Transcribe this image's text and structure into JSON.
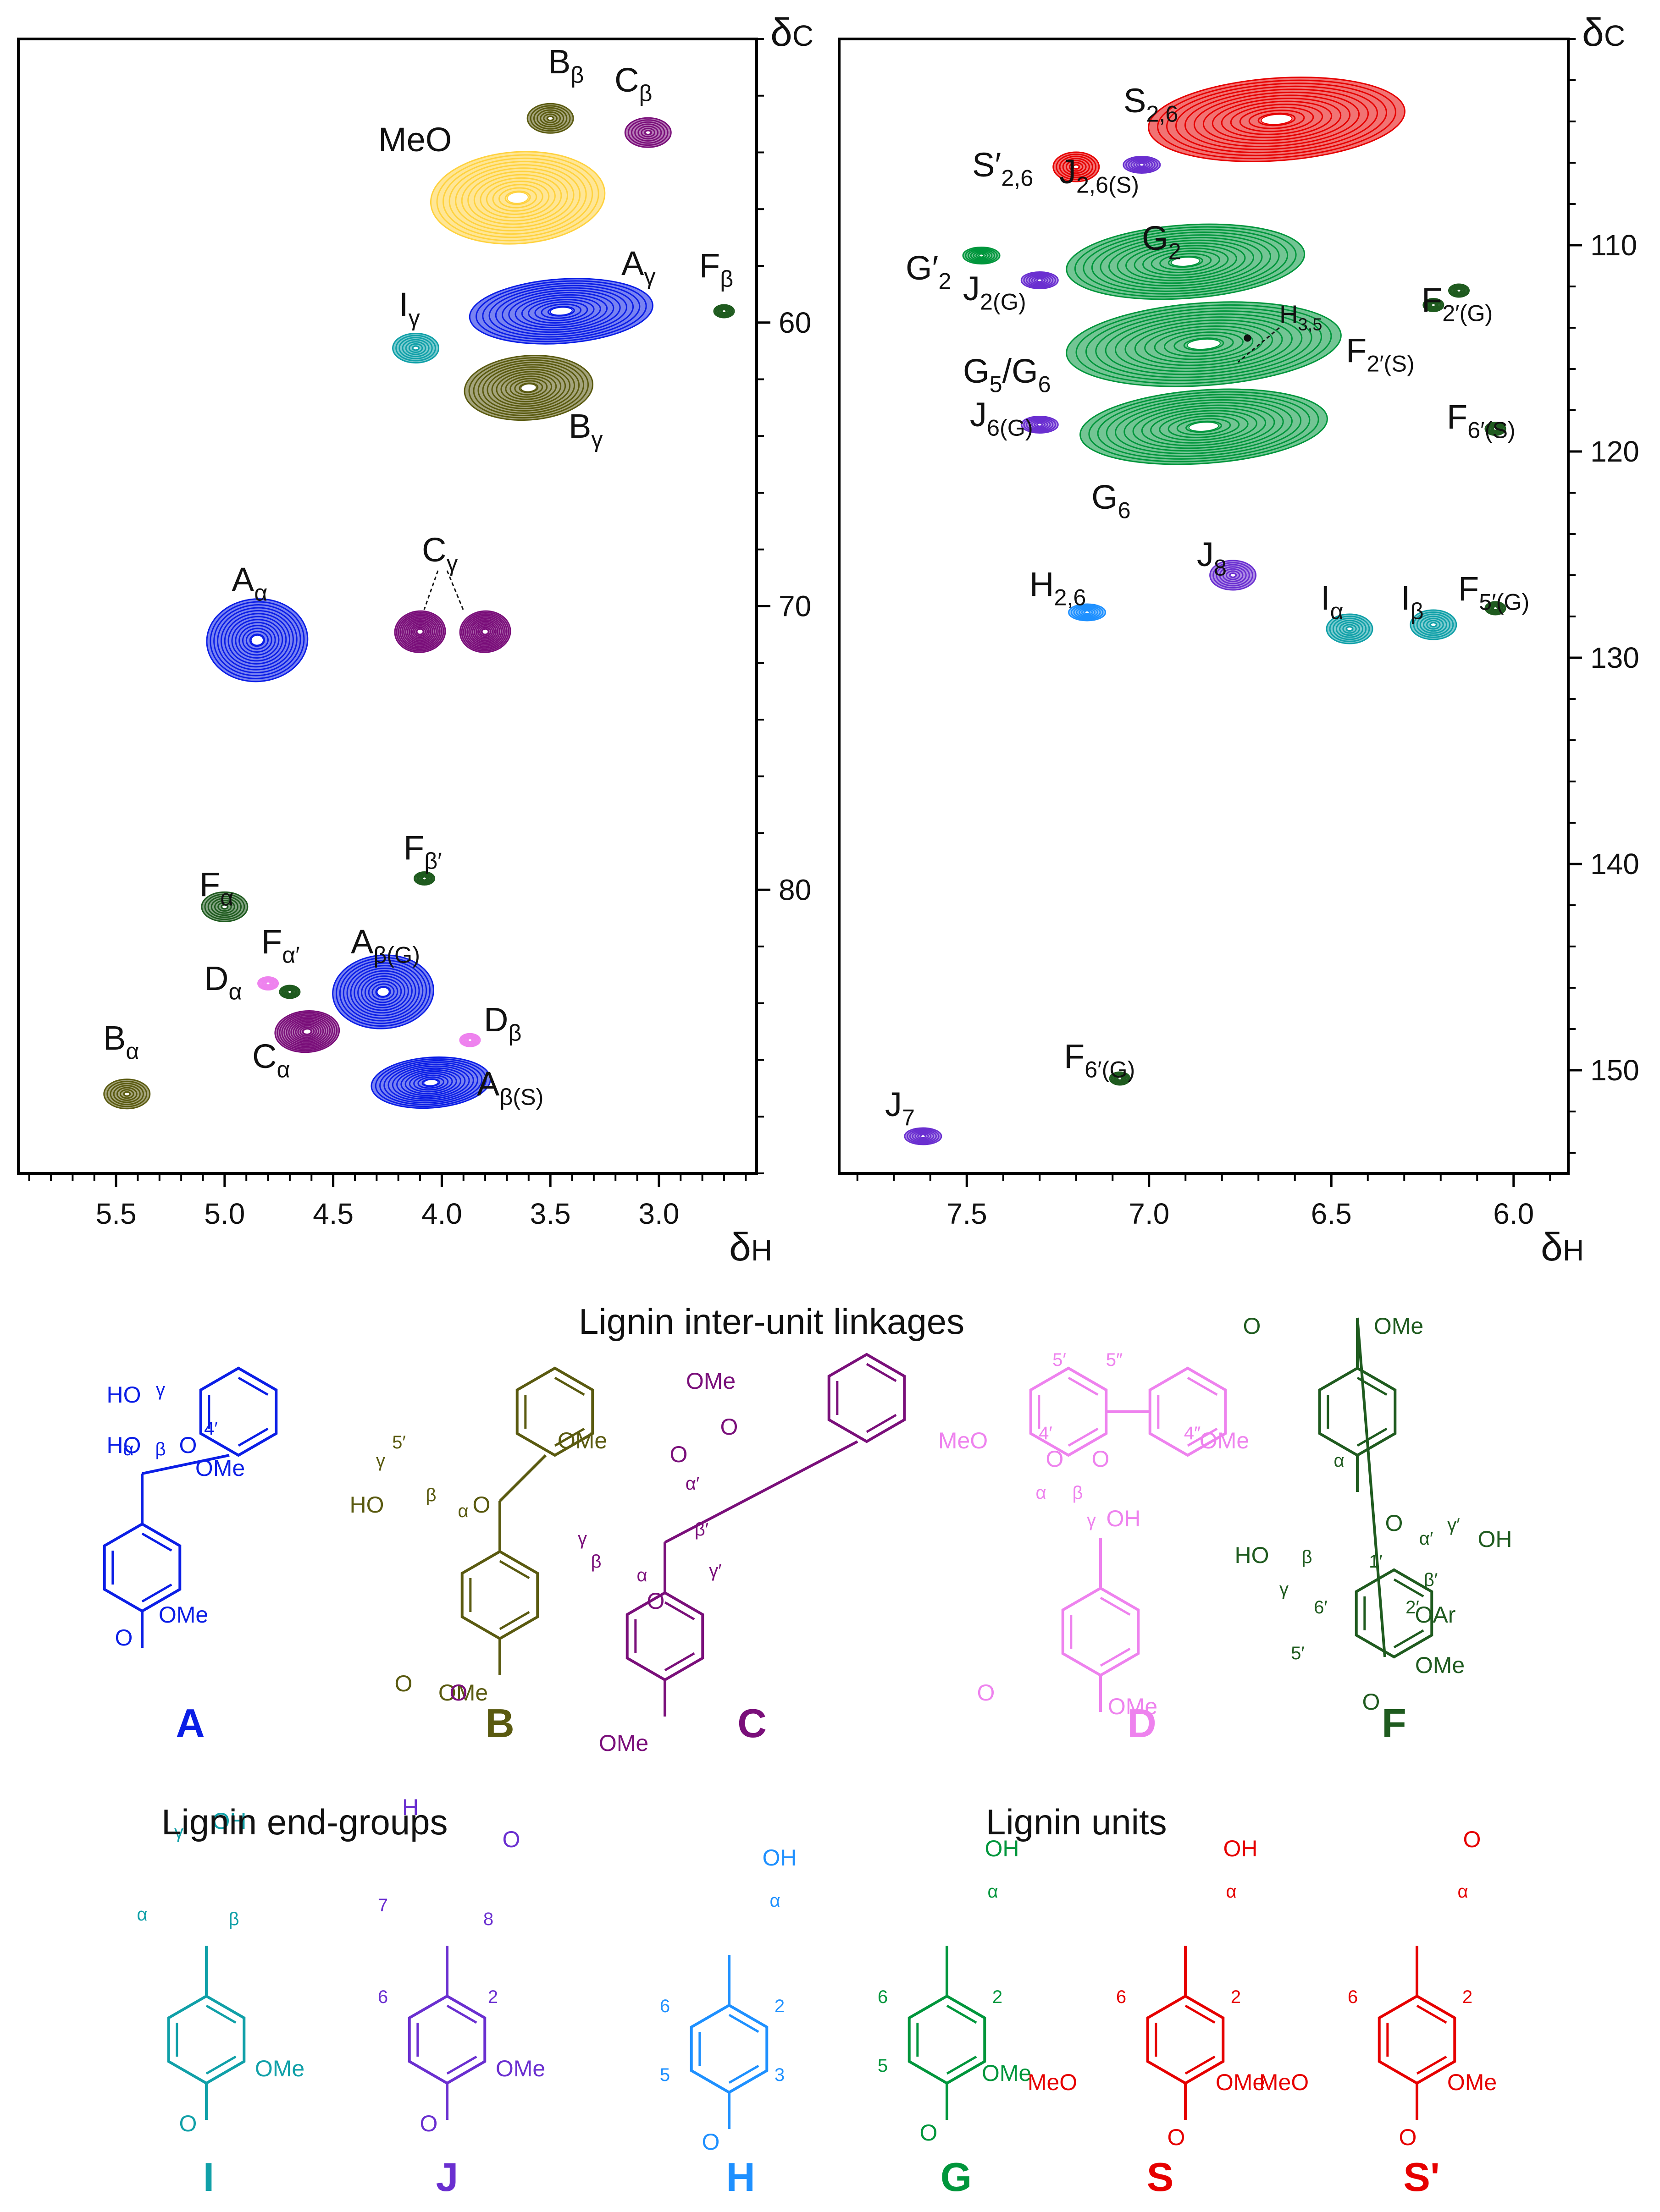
{
  "panels": {
    "left": {
      "x_axis_symbol": "δH",
      "y_axis_symbol": "δC",
      "x_tick_labels": [
        "5.5",
        "5.0",
        "4.5",
        "4.0",
        "3.5",
        "3.0"
      ],
      "y_tick_labels": [
        "60",
        "70",
        "80"
      ]
    },
    "right": {
      "x_axis_symbol": "δH",
      "y_axis_symbol": "δC",
      "x_tick_labels": [
        "7.5",
        "7.0",
        "6.5",
        "6.0"
      ],
      "y_tick_labels": [
        "110",
        "120",
        "130",
        "140",
        "150"
      ]
    }
  },
  "chart_data": [
    {
      "type": "scatter",
      "subtype": "2D HSQC NMR contour plot",
      "title": "",
      "xlabel": "δH",
      "ylabel": "δC",
      "xlim": [
        5.95,
        2.55
      ],
      "ylim": [
        50,
        90
      ],
      "x_reversed": true,
      "y_reversed": true,
      "grid": false,
      "series": [
        {
          "name": "Bβ",
          "x": 3.5,
          "y": 52.8,
          "color": "#5a5a10"
        },
        {
          "name": "Cβ",
          "x": 3.05,
          "y": 53.3,
          "color": "#7a0f7a"
        },
        {
          "name": "MeO",
          "x": 3.65,
          "y": 55.6,
          "color": "#ffd23f"
        },
        {
          "name": "Aγ",
          "x": 3.45,
          "y": 59.6,
          "color": "#0b1ee6"
        },
        {
          "name": "Fβ",
          "x": 2.7,
          "y": 59.6,
          "color": "#1f5b1f"
        },
        {
          "name": "Iγ",
          "x": 4.12,
          "y": 60.9,
          "color": "#10a0a8"
        },
        {
          "name": "Bγ",
          "x": 3.6,
          "y": 62.3,
          "color": "#5a5a10"
        },
        {
          "name": "Aα",
          "x": 4.85,
          "y": 71.2,
          "color": "#0b1ee6"
        },
        {
          "name": "Cγ",
          "x": 4.1,
          "y": 70.9,
          "color": "#7a0f7a"
        },
        {
          "name": "Cγ",
          "x": 3.8,
          "y": 70.9,
          "color": "#7a0f7a"
        },
        {
          "name": "Fβ′",
          "x": 4.08,
          "y": 79.6,
          "color": "#1f5b1f"
        },
        {
          "name": "Fα",
          "x": 5.0,
          "y": 80.6,
          "color": "#1f5b1f"
        },
        {
          "name": "Fα′",
          "x": 4.7,
          "y": 83.6,
          "color": "#1f5b1f"
        },
        {
          "name": "Dα",
          "x": 4.8,
          "y": 83.3,
          "color": "#ee82ee"
        },
        {
          "name": "Aβ(G)",
          "x": 4.27,
          "y": 83.6,
          "color": "#0b1ee6"
        },
        {
          "name": "Cα",
          "x": 4.62,
          "y": 85.0,
          "color": "#7a0f7a"
        },
        {
          "name": "Dβ",
          "x": 3.87,
          "y": 85.3,
          "color": "#ee82ee"
        },
        {
          "name": "Aβ(S)",
          "x": 4.05,
          "y": 86.8,
          "color": "#0b1ee6"
        },
        {
          "name": "Bα",
          "x": 5.45,
          "y": 87.2,
          "color": "#5a5a10"
        }
      ]
    },
    {
      "type": "scatter",
      "subtype": "2D HSQC NMR contour plot",
      "title": "",
      "xlabel": "δH",
      "ylabel": "δC",
      "xlim": [
        7.85,
        5.85
      ],
      "ylim": [
        100,
        155
      ],
      "x_reversed": true,
      "y_reversed": true,
      "grid": false,
      "series": [
        {
          "name": "S2,6",
          "x": 6.65,
          "y": 103.9,
          "color": "#e60000"
        },
        {
          "name": "S′2,6",
          "x": 7.2,
          "y": 106.2,
          "color": "#e60000"
        },
        {
          "name": "J2,6(S)",
          "x": 7.02,
          "y": 106.1,
          "color": "#6a2fd0"
        },
        {
          "name": "G2",
          "x": 6.9,
          "y": 110.8,
          "color": "#00963c"
        },
        {
          "name": "G′2",
          "x": 7.46,
          "y": 110.5,
          "color": "#00963c"
        },
        {
          "name": "J2(G)",
          "x": 7.3,
          "y": 111.7,
          "color": "#6a2fd0"
        },
        {
          "name": "G5/G6",
          "x": 6.85,
          "y": 114.8,
          "color": "#00963c"
        },
        {
          "name": "H3,5",
          "x": 6.73,
          "y": 114.5,
          "color": "#00963c"
        },
        {
          "name": "J6(G)",
          "x": 7.3,
          "y": 118.7,
          "color": "#6a2fd0"
        },
        {
          "name": "G6",
          "x": 6.85,
          "y": 118.8,
          "color": "#00963c"
        },
        {
          "name": "F2′(G)",
          "x": 6.15,
          "y": 112.2,
          "color": "#1f5b1f"
        },
        {
          "name": "F2′(S)",
          "x": 6.22,
          "y": 112.9,
          "color": "#1f5b1f"
        },
        {
          "name": "F6′(S)",
          "x": 6.05,
          "y": 118.9,
          "color": "#1f5b1f"
        },
        {
          "name": "J8",
          "x": 6.77,
          "y": 126.0,
          "color": "#6a2fd0"
        },
        {
          "name": "H2,6",
          "x": 7.17,
          "y": 127.8,
          "color": "#1e90ff"
        },
        {
          "name": "Iα",
          "x": 6.45,
          "y": 128.6,
          "color": "#10a0a8"
        },
        {
          "name": "Iβ",
          "x": 6.22,
          "y": 128.4,
          "color": "#10a0a8"
        },
        {
          "name": "F5′(G)",
          "x": 6.05,
          "y": 127.6,
          "color": "#1f5b1f"
        },
        {
          "name": "F6′(G)",
          "x": 7.08,
          "y": 150.4,
          "color": "#1f5b1f"
        },
        {
          "name": "J7",
          "x": 7.62,
          "y": 153.2,
          "color": "#6a2fd0"
        }
      ]
    }
  ],
  "sections": {
    "linkages_title": "Lignin inter-unit linkages",
    "endgroups_title": "Lignin end-groups",
    "units_title": "Lignin units"
  },
  "structures": [
    {
      "id": "A",
      "color": "#0b1ee6",
      "texts": [
        "HO",
        "γ",
        "HO",
        "α",
        "β",
        "O",
        "4′",
        "OMe",
        "OMe",
        "O"
      ]
    },
    {
      "id": "B",
      "color": "#5a5a10",
      "texts": [
        "5′",
        "γ",
        "HO",
        "β",
        "α",
        "O",
        "OMe",
        "O",
        "OMe"
      ]
    },
    {
      "id": "C",
      "color": "#7a0f7a",
      "texts": [
        "OMe",
        "O",
        "O",
        "α′",
        "γ",
        "β′",
        "β",
        "α",
        "γ′",
        "O",
        "O",
        "OMe"
      ]
    },
    {
      "id": "D",
      "color": "#ee82ee",
      "texts": [
        "5′",
        "5″",
        "MeO",
        "4′",
        "4″",
        "OMe",
        "O",
        "O",
        "α",
        "β",
        "γ",
        "OH",
        "O",
        "OMe"
      ]
    },
    {
      "id": "F",
      "color": "#1f5b1f",
      "texts": [
        "O",
        "OMe",
        "α",
        "O",
        "HO",
        "β",
        "α′",
        "γ′",
        "OH",
        "1′",
        "γ",
        "β′",
        "6′",
        "2′",
        "OAr",
        "5′",
        "OMe",
        "O"
      ]
    },
    {
      "id": "I",
      "color": "#10a0a8",
      "texts": [
        "γ",
        "OH",
        "α",
        "β",
        "OMe",
        "O"
      ]
    },
    {
      "id": "J",
      "color": "#6a2fd0",
      "texts": [
        "H",
        "O",
        "7",
        "8",
        "6",
        "2",
        "OMe",
        "O"
      ]
    },
    {
      "id": "H",
      "color": "#1e90ff",
      "texts": [
        "OH",
        "α",
        "6",
        "2",
        "5",
        "3",
        "O"
      ]
    },
    {
      "id": "G",
      "color": "#00963c",
      "texts": [
        "OH",
        "α",
        "6",
        "2",
        "5",
        "OMe",
        "O"
      ]
    },
    {
      "id": "S",
      "color": "#e60000",
      "texts": [
        "OH",
        "α",
        "6",
        "2",
        "MeO",
        "OMe",
        "O"
      ]
    },
    {
      "id": "S'",
      "color": "#e60000",
      "texts": [
        "O",
        "α",
        "6",
        "2",
        "MeO",
        "OMe",
        "O"
      ]
    }
  ]
}
